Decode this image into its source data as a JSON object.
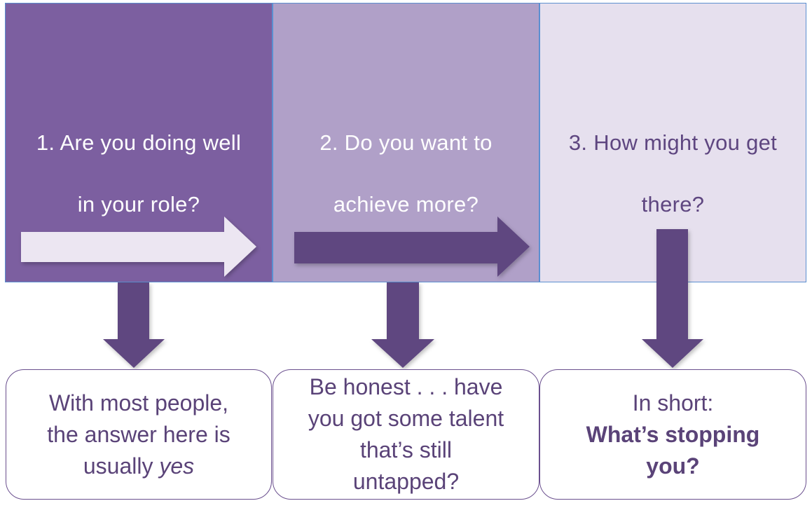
{
  "colors": {
    "panel1_bg": "#7c5fa0",
    "panel2_bg": "#b0a0c8",
    "panel3_bg": "#e6e0ee",
    "arrow_dark": "#5e4680",
    "arrow_light": "#ece6f2",
    "panel_border": "#5b8fd0",
    "box_text": "#5a4378"
  },
  "panels": [
    {
      "line1": "1.  Are you doing well",
      "line2": "in your role?"
    },
    {
      "line1": "2.  Do you want to",
      "line2": "achieve more?"
    },
    {
      "line1": "3.  How might you get",
      "line2": "there?"
    }
  ],
  "boxes": [
    {
      "line1": "With most people,",
      "line2": "the answer here is",
      "line3_plain": "usually ",
      "line3_italic": "yes"
    },
    {
      "line1": "Be honest . . . have",
      "line2": "you got some talent",
      "line3": "that’s still",
      "line4": "untapped?"
    },
    {
      "line1": "In short:",
      "bold1": "What’s stopping",
      "bold2": "you?"
    }
  ]
}
